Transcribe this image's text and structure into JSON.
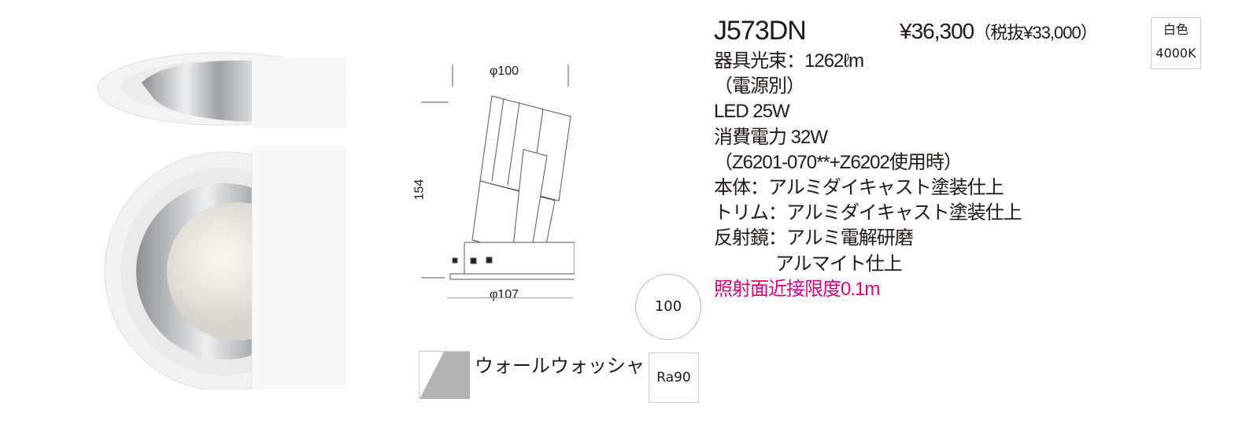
{
  "product": {
    "model": "J573DN",
    "price": "¥36,300",
    "price_tax_excluded": "（税抜¥33,000）"
  },
  "color_badge": {
    "color": "白色",
    "temperature": "4000K"
  },
  "specs": {
    "flux": "器具光束：1262ℓm",
    "power_note": "（電源別）",
    "led": "LED 25W",
    "consumption": "消費電力 32W",
    "consumption_note": "（Z6201-070**+Z6202使用時）",
    "body": "本体：アルミダイキャスト塗装仕上",
    "trim": "トリム：アルミダイキャスト塗装仕上",
    "reflector": "反射鏡：アルミ電解研磨",
    "reflector2": "アルマイト仕上",
    "proximity": "照射面近接限度0.1m"
  },
  "dimensions": {
    "top_diameter": "φ100",
    "height": "154",
    "trim_diameter": "φ107",
    "cutout": "100"
  },
  "distribution": {
    "label": "ウォールウォッシャ"
  },
  "cri": "Ra90",
  "colors": {
    "accent": "#e4007f",
    "swatch": "#b3b3b3"
  }
}
